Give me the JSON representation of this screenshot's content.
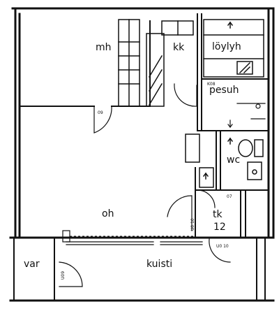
{
  "rooms": {
    "mh": "mh",
    "kk": "kk",
    "loylyh": "löylyh",
    "pesuh": "pesuh",
    "wc": "wc",
    "oh": "oh",
    "tk": "tk",
    "tk_num": "12",
    "var": "var",
    "kuisti": "kuisti"
  },
  "door_codes": {
    "d1": "09",
    "d2": "K08",
    "d3": "07",
    "d4": "U0 10",
    "d5": "U0 10",
    "d6": "U09"
  }
}
